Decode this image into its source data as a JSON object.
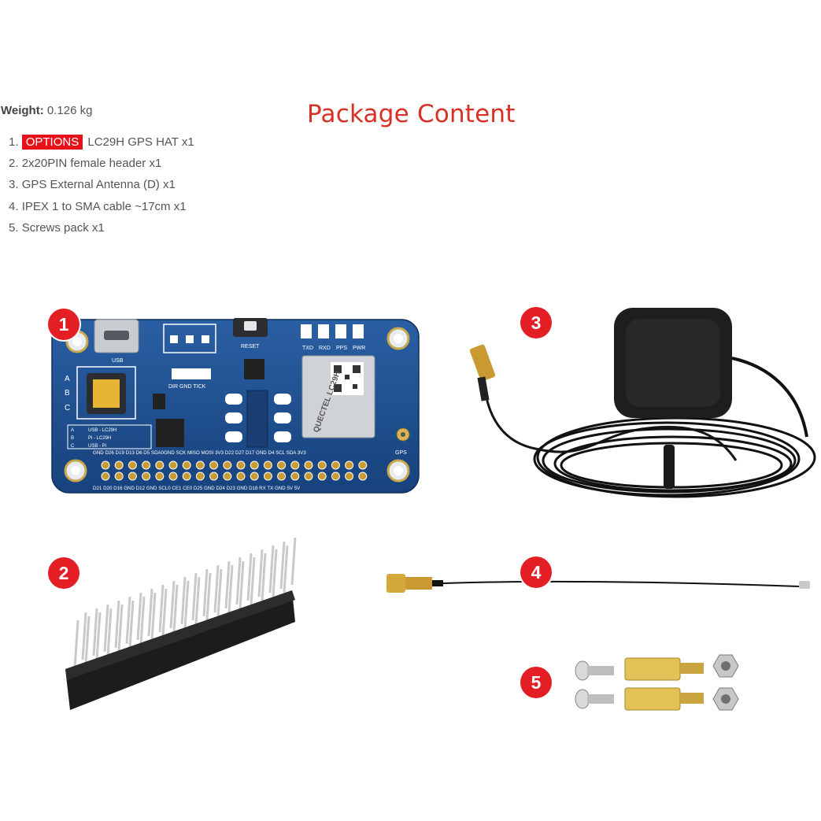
{
  "weight": {
    "label": "Weight:",
    "value": "0.126 kg"
  },
  "title": "Package Content",
  "items": [
    {
      "num": "1.",
      "tag": "OPTIONS",
      "text": "LC29H GPS HAT x1"
    },
    {
      "num": "2.",
      "text": "2x20PIN female header x1"
    },
    {
      "num": "3.",
      "text": "GPS External Antenna (D) x1"
    },
    {
      "num": "4.",
      "text": "IPEX 1 to SMA cable ~17cm x1"
    },
    {
      "num": "5.",
      "text": "Screws pack x1"
    }
  ],
  "badges": [
    "1",
    "2",
    "3",
    "4",
    "5"
  ],
  "board": {
    "usb": "USB",
    "reset": "RESET",
    "leds": [
      "TXD",
      "RXD",
      "PPS",
      "PWR"
    ],
    "dir_label": "DIR GND TICK",
    "gps": "GPS",
    "chip": "QUECTEL LC29H",
    "switch_rows": [
      "A",
      "B",
      "C"
    ],
    "mode_table": [
      [
        "A",
        "USB - LC29H"
      ],
      [
        "B",
        "Pi - LC29H"
      ],
      [
        "C",
        "USB - Pi"
      ]
    ],
    "top_pins": "GND D26 D19 D13 D6 D5 SDA0GND SCK MISO MOSI 3V3 D22 D27 D17 GND D4 SCL SDA 3V3",
    "bottom_pins": "D21 D20 D16 GND D12 GND SCL0 CE1 CE0 D25 GND D24 D23 GND D18 RX TX GND 5V 5V"
  },
  "colors": {
    "accent": "#e31e24",
    "title": "#d93025",
    "pcb": "#1d4f8f"
  }
}
